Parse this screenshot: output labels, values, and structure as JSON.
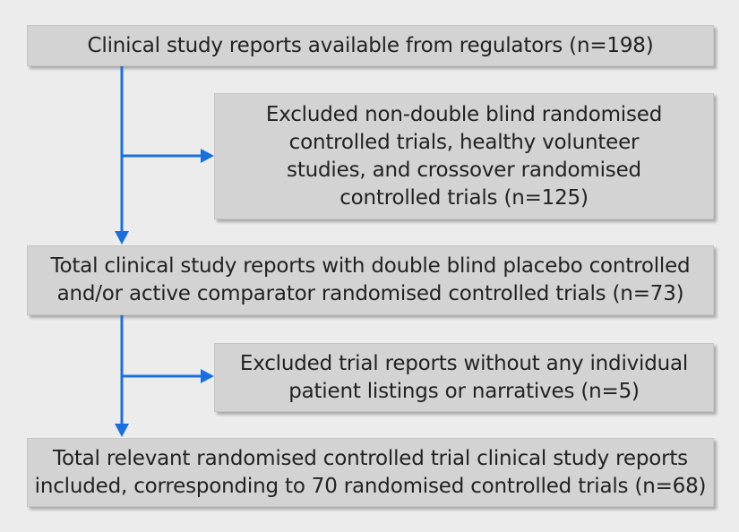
{
  "flowchart": {
    "boxes": [
      {
        "id": "available",
        "text": "Clinical study reports available from regulators (n=198)"
      },
      {
        "id": "excluded-1",
        "text": "Excluded non-double blind randomised\ncontrolled trials, healthy volunteer\nstudies, and crossover randomised\ncontrolled trials (n=125)"
      },
      {
        "id": "total-double-blind",
        "text": "Total clinical study reports with double blind placebo controlled\nand/or active comparator randomised controlled trials (n=73)"
      },
      {
        "id": "excluded-2",
        "text": "Excluded trial reports without any individual\npatient listings or narratives (n=5)"
      },
      {
        "id": "total-relevant",
        "text": "Total relevant randomised controlled trial clinical study reports\nincluded, corresponding to 70 randomised controlled trials (n=68)"
      }
    ],
    "arrow_color": "#1a6fe0",
    "box_color": "#d3d3d3",
    "background_color": "#ececec"
  }
}
